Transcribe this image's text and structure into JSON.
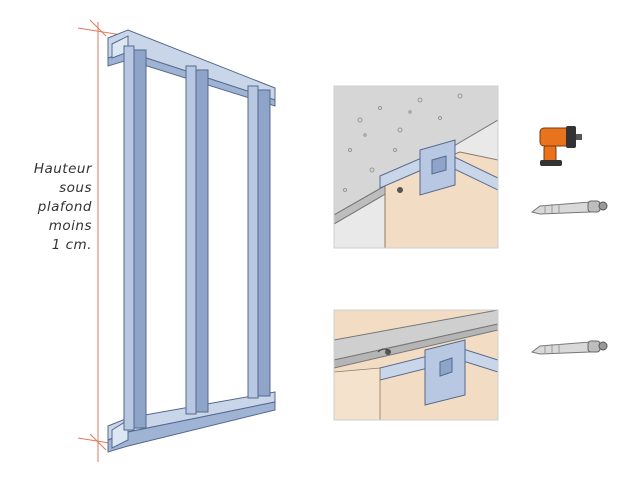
{
  "annotation": {
    "lines": [
      "Hauteur",
      "sous",
      "plafond",
      "moins",
      "1 cm."
    ]
  },
  "colors": {
    "dimension_line": "#e07a5f",
    "steel_light": "#c9d6ea",
    "steel_mid": "#9fb3d4",
    "steel_dark": "#6d83a8",
    "concrete": "#d4d4d4",
    "plasterboard": "#f2dcc4",
    "drill_orange": "#e8731c"
  },
  "icons": [
    "metal-stud-frame-illustration",
    "ceiling-rail-detail-illustration",
    "floor-rail-detail-illustration",
    "nail-gun-icon",
    "anchor-screw-icon"
  ]
}
